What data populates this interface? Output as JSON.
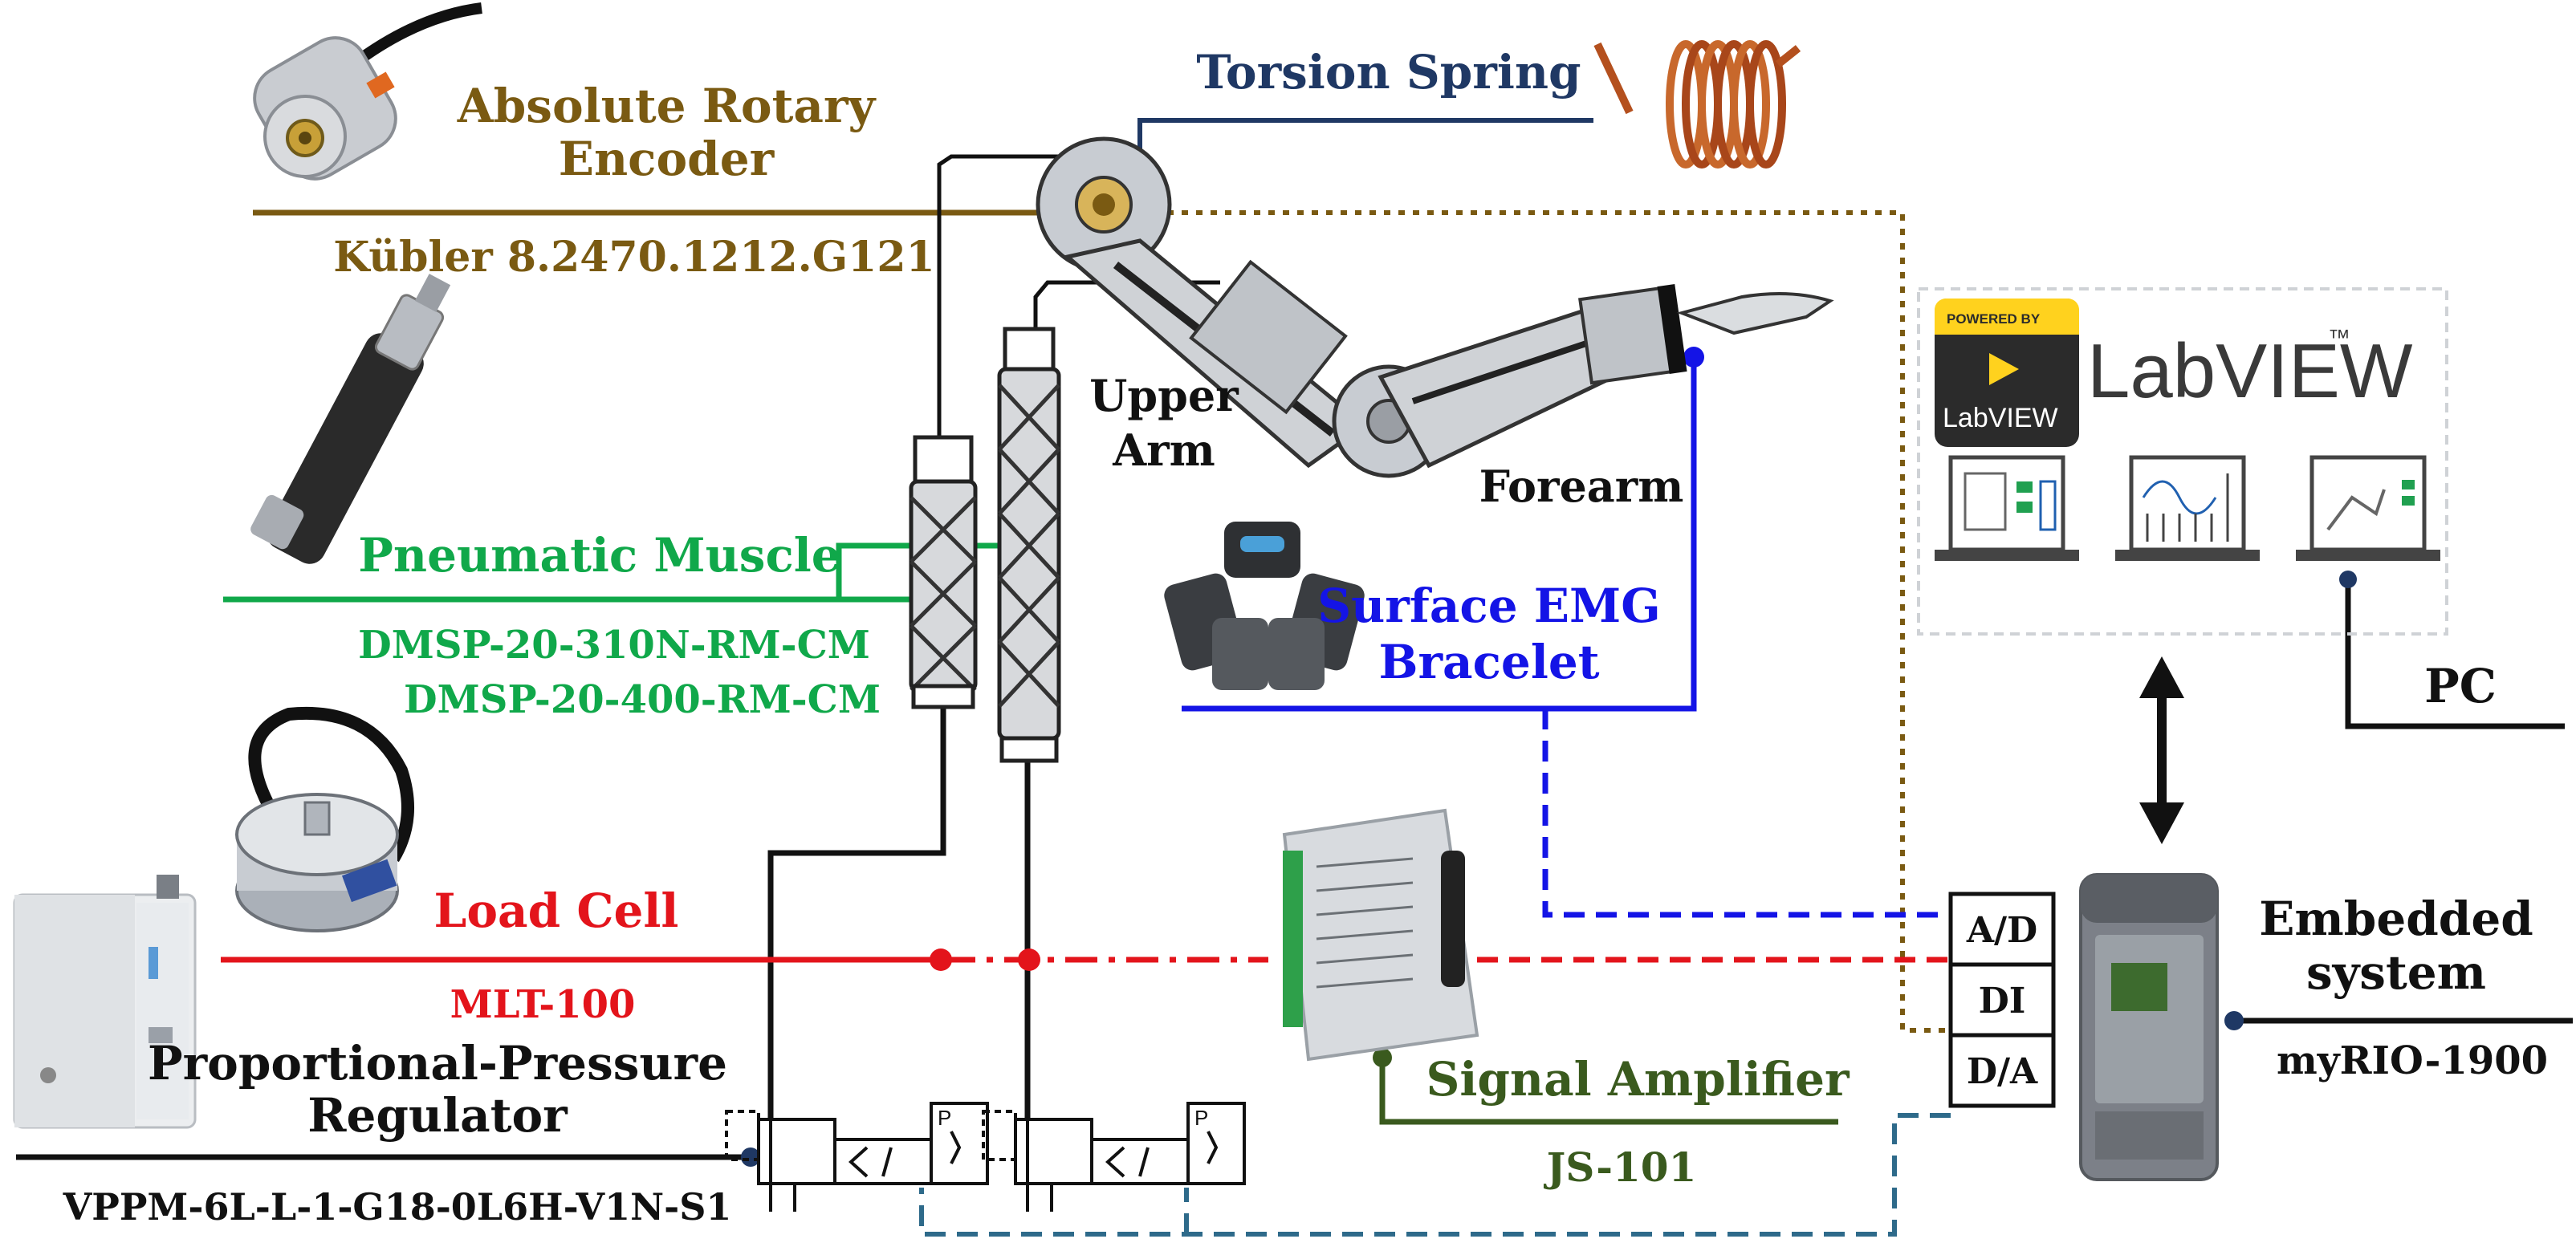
{
  "colors": {
    "encoder": "#7a5a12",
    "spring": "#1f3864",
    "muscle": "#10a84a",
    "load": "#e3141b",
    "emg": "#1414e6",
    "amplifier": "#3a5a1e",
    "da_line": "#2e6a8a",
    "black": "#111111",
    "labview_yellow": "#ffd21e"
  },
  "encoder": {
    "title_line1": "Absolute Rotary",
    "title_line2": "Encoder",
    "model": "Kübler 8.2470.1212.G121"
  },
  "spring": {
    "title": "Torsion Spring"
  },
  "muscle": {
    "title": "Pneumatic Muscle",
    "model1": "DMSP-20-310N-RM-CM",
    "model2": "DMSP-20-400-RM-CM"
  },
  "arm": {
    "upper_line1": "Upper",
    "upper_line2": "Arm",
    "forearm": "Forearm"
  },
  "emg": {
    "title_line1": "Surface EMG",
    "title_line2": "Bracelet"
  },
  "load_cell": {
    "title": "Load Cell",
    "model": "MLT-100"
  },
  "regulator": {
    "title_line1": "Proportional-Pressure",
    "title_line2": "Regulator",
    "model": "VPPM-6L-L-1-G18-0L6H-V1N-S1"
  },
  "amplifier": {
    "title": "Signal Amplifier",
    "model": "JS-101"
  },
  "ports": {
    "ad": "A/D",
    "di": "DI",
    "da": "D/A"
  },
  "embedded": {
    "title_line1": "Embedded",
    "title_line2": "system",
    "model": "myRIO-1900"
  },
  "pc": {
    "label": "PC"
  },
  "labview": {
    "powered_by": "POWERED BY",
    "badge": "LabVIEW",
    "logo": "LabVIEW",
    "tm": "™"
  },
  "valves": {
    "port_p": "P"
  }
}
